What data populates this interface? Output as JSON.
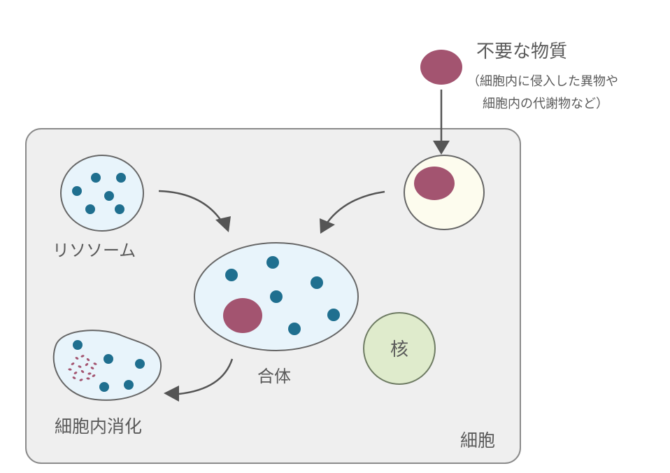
{
  "diagram": {
    "title": "細胞内消化のしくみ",
    "unwanted_substance": {
      "label": "不要な物質",
      "note_line1": "（細胞内に侵入した異物や",
      "note_line2": "細胞内の代謝物など）"
    },
    "cell_label": "細胞",
    "lysosome_label": "リソソーム",
    "fusion_label": "合体",
    "digestion_label": "細胞内消化",
    "nucleus_label": "核",
    "colors": {
      "cell_fill": "#efefef",
      "cell_stroke": "#8a8a8a",
      "vesicle_fill": "#e8f4fb",
      "enzyme_dot": "#1f6f8f",
      "substance": "#a35470",
      "phagosome_fill": "#fdfcee",
      "nucleus_fill": "#dfebcc",
      "nucleus_stroke": "#6e7b63",
      "outline": "#666666",
      "arrow": "#555555",
      "text": "#5a5a5a"
    },
    "flow": [
      {
        "from": "unwanted_substance",
        "to": "phagosome"
      },
      {
        "from": "lysosome",
        "to": "fusion"
      },
      {
        "from": "phagosome",
        "to": "fusion"
      },
      {
        "from": "fusion",
        "to": "digestion"
      }
    ]
  }
}
